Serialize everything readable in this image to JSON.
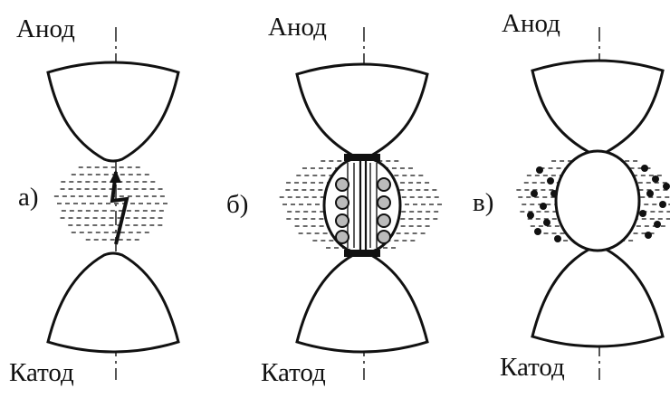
{
  "panels": [
    {
      "id": "a",
      "tag": "а)",
      "anode": "Анод",
      "cathode": "Катод"
    },
    {
      "id": "b",
      "tag": "б)",
      "anode": "Анод",
      "cathode": "Катод"
    },
    {
      "id": "c",
      "tag": "в)",
      "anode": "Анод",
      "cathode": "Катод"
    }
  ]
}
